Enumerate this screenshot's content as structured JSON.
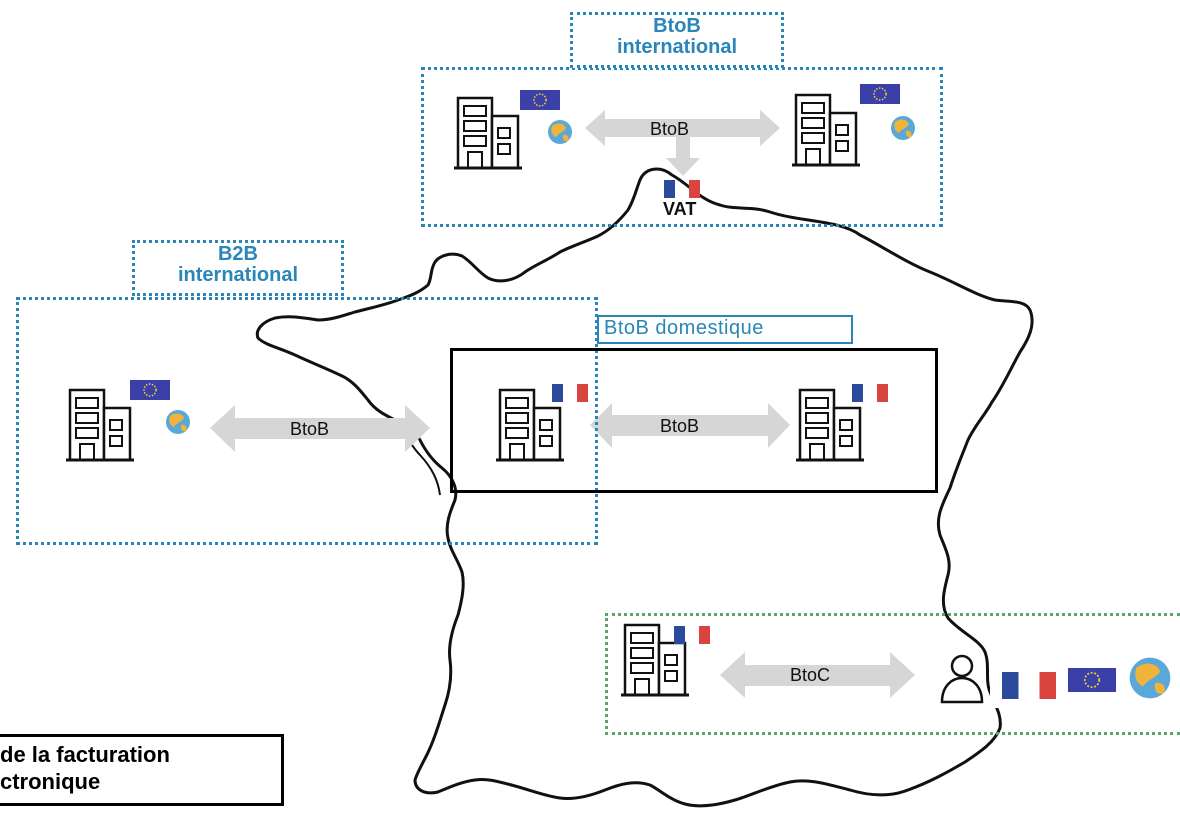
{
  "labels": {
    "btob_international": [
      "BtoB",
      "international"
    ],
    "b2b_international": [
      "B2B",
      "international"
    ],
    "btob_domestique": "BtoB domestique",
    "vat": "VAT",
    "arrow_top": "BtoB",
    "arrow_left": "BtoB",
    "arrow_middle": "BtoB",
    "arrow_bottom": "BtoC",
    "caption_line1": "de la facturation",
    "caption_line2": "ctronique"
  },
  "colors": {
    "blue_box": "#2a86b8",
    "green_box": "#5aa56a",
    "eu_blue": "#3b3fa8",
    "fr_blue": "#2b4a9c",
    "fr_red": "#d9443f",
    "arrow_grey": "#d6d6d6",
    "map_outline": "#111111"
  },
  "icons": [
    "building-icon",
    "eu-flag-icon",
    "globe-icon",
    "france-flag-icon",
    "person-icon",
    "vat-down-arrow"
  ]
}
